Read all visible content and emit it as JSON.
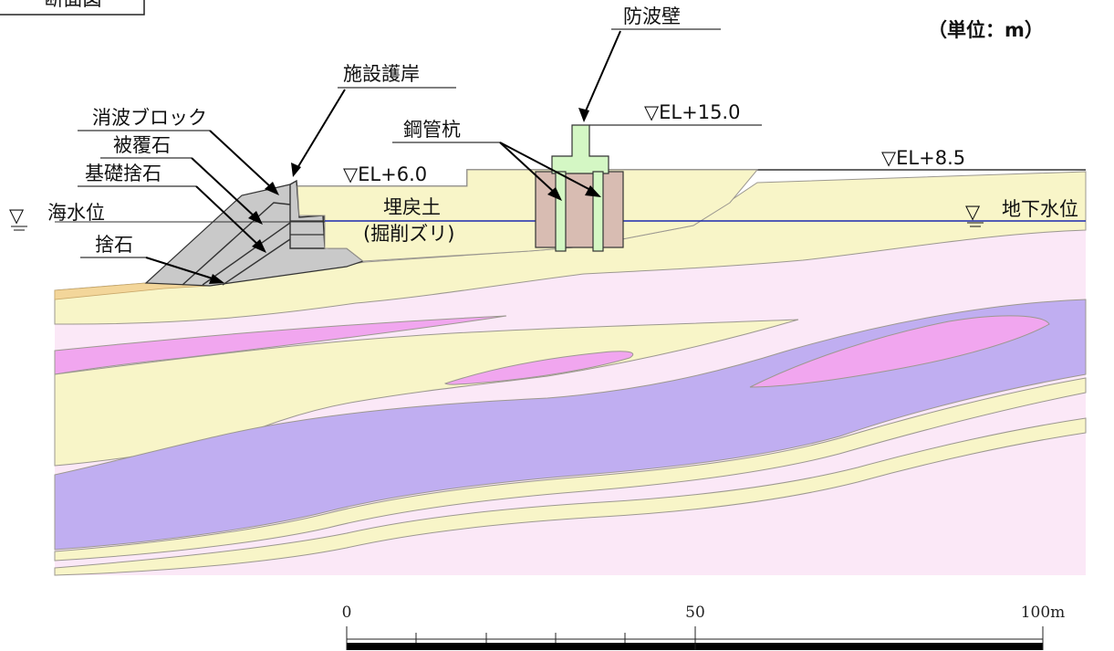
{
  "title_box_text": "断面図",
  "unit_note": "（単位：m）",
  "labels": {
    "wave_wall": "防波壁",
    "seawall": "施設護岸",
    "wave_block": "消波ブロック",
    "armor_stone": "被覆石",
    "foundation_rubble": "基礎捨石",
    "sea_level": "海水位",
    "rubble": "捨石",
    "steel_pipe_pile": "鋼管杭",
    "backfill": "埋戻土",
    "backfill_note": "(掘削ズリ)",
    "groundwater_level": "地下水位"
  },
  "elevations": {
    "el_15": "▽EL+15.0",
    "el_6": "▽EL+6.0",
    "el_8_5": "▽EL+8.5"
  },
  "water_symbol": "▽",
  "scale_bar": {
    "ticks": [
      "0",
      "50",
      "100m"
    ]
  },
  "colors": {
    "sand_yellow": "#f8f5c8",
    "pink_light": "#fbe8f7",
    "magenta": "#f1a6ef",
    "purple": "#c0aef1",
    "rock_grey": "#c9c9c9",
    "pile_green": "#d4f7c4",
    "backfill_brown": "#d8bcb2",
    "water_line": "#1a2ab0",
    "surface_orange": "#f3d69a"
  }
}
